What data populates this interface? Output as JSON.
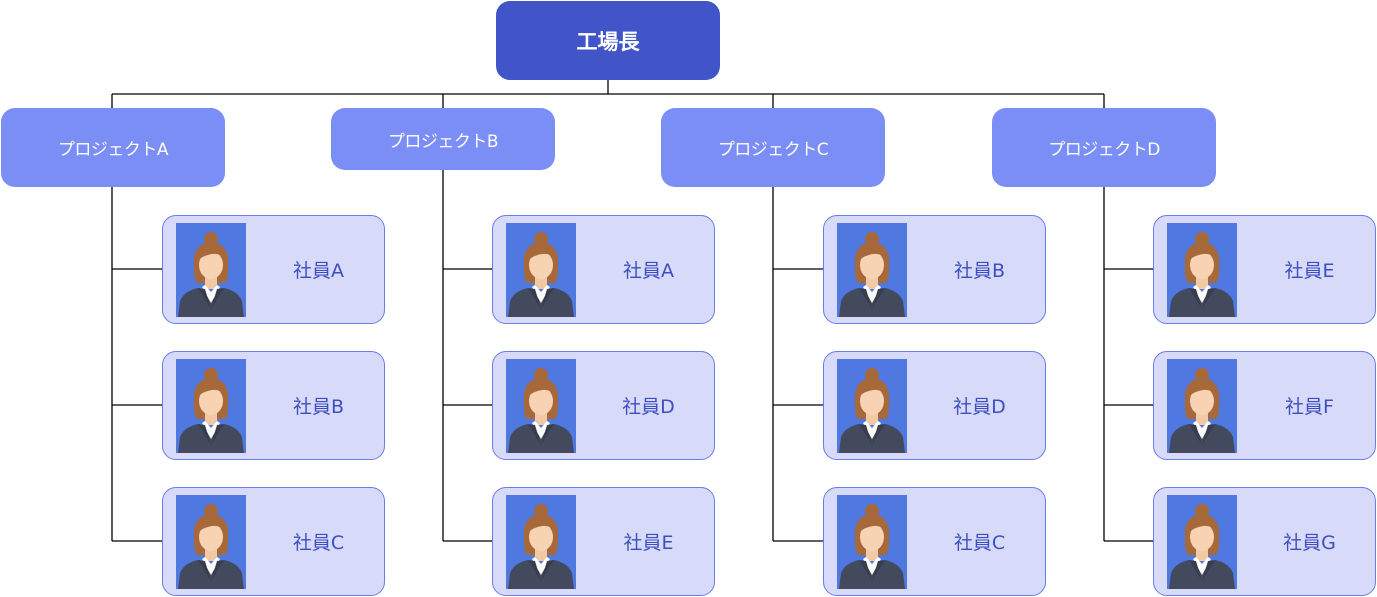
{
  "root": {
    "label": "工場長"
  },
  "colors": {
    "root": "#4155c9",
    "project": "#7b8ef5",
    "card_fill": "#d7dbf9",
    "card_border": "#6a7ce8",
    "name_text": "#3d4fc0",
    "photo_bg": "#4f79e0",
    "line": "#000000"
  },
  "projects": [
    {
      "label": "プロジェクトA",
      "members": [
        {
          "name": "社員A",
          "icon": "employee-portrait-icon"
        },
        {
          "name": "社員B",
          "icon": "employee-portrait-icon"
        },
        {
          "name": "社員C",
          "icon": "employee-portrait-icon"
        }
      ]
    },
    {
      "label": "プロジェクトB",
      "members": [
        {
          "name": "社員A",
          "icon": "employee-portrait-icon"
        },
        {
          "name": "社員D",
          "icon": "employee-portrait-icon"
        },
        {
          "name": "社員E",
          "icon": "employee-portrait-icon"
        }
      ]
    },
    {
      "label": "プロジェクトC",
      "members": [
        {
          "name": "社員B",
          "icon": "employee-portrait-icon"
        },
        {
          "name": "社員D",
          "icon": "employee-portrait-icon"
        },
        {
          "name": "社員C",
          "icon": "employee-portrait-icon"
        }
      ]
    },
    {
      "label": "プロジェクトD",
      "members": [
        {
          "name": "社員E",
          "icon": "employee-portrait-icon"
        },
        {
          "name": "社員F",
          "icon": "employee-portrait-icon"
        },
        {
          "name": "社員G",
          "icon": "employee-portrait-icon"
        }
      ]
    }
  ]
}
